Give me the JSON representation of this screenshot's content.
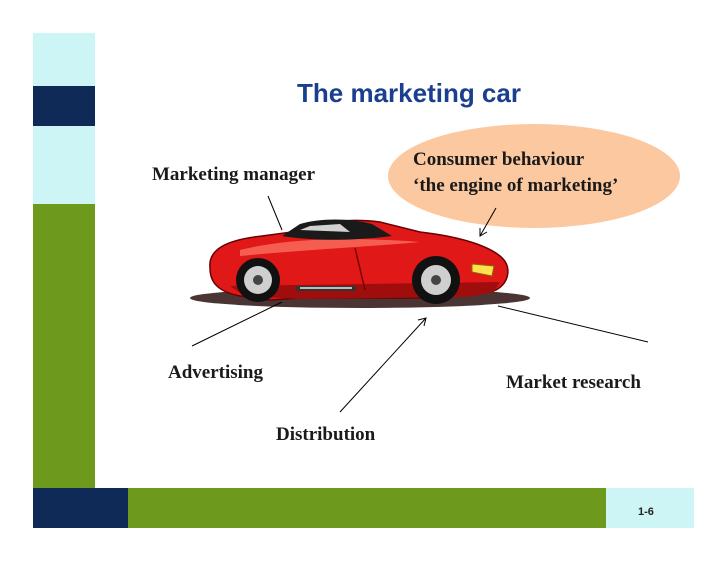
{
  "slide": {
    "title": "The marketing car",
    "page_number": "1-6"
  },
  "labels": {
    "marketing_manager": "Marketing manager",
    "advertising": "Advertising",
    "distribution": "Distribution",
    "market_research": "Market research"
  },
  "callout": {
    "line1": "Consumer behaviour",
    "line2": "‘the engine of marketing’"
  },
  "colors": {
    "title": "#1b3f8f",
    "cyan": "#cdf5f5",
    "navy": "#0f2a57",
    "green": "#6d9a1c",
    "callout_fill": "#fbc8a0",
    "car_red": "#e01818"
  },
  "image": {
    "car": "red-sports-car-clipart"
  }
}
